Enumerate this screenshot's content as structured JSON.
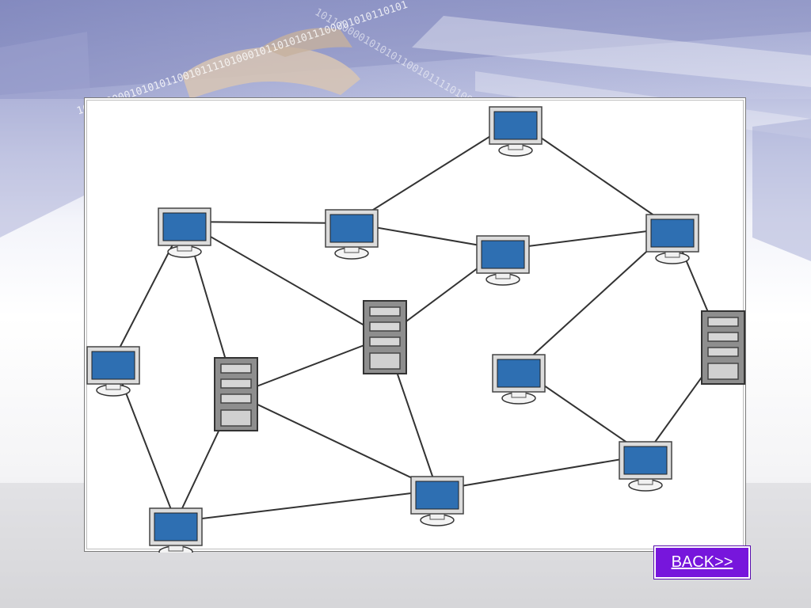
{
  "slide": {
    "back_label": "BACK>>"
  },
  "backdrop": {
    "icon": "hand-on-keyboard-with-binary-digits-image",
    "binary_text": "10111000010101011001011110100010110101011100001010110101"
  },
  "diagram": {
    "icon": "network-topology-diagram",
    "nodes": [
      {
        "id": "pc-top",
        "kind": "workstation",
        "icon": "monitor-icon"
      },
      {
        "id": "pc-upper-left",
        "kind": "workstation",
        "icon": "monitor-icon"
      },
      {
        "id": "pc-upper-mid",
        "kind": "workstation",
        "icon": "monitor-icon"
      },
      {
        "id": "pc-center-right",
        "kind": "workstation",
        "icon": "monitor-icon"
      },
      {
        "id": "pc-right",
        "kind": "workstation",
        "icon": "monitor-icon"
      },
      {
        "id": "pc-left",
        "kind": "workstation",
        "icon": "monitor-icon"
      },
      {
        "id": "pc-lower-right-mid",
        "kind": "workstation",
        "icon": "monitor-icon"
      },
      {
        "id": "pc-lower-right",
        "kind": "workstation",
        "icon": "monitor-icon"
      },
      {
        "id": "pc-bottom-mid",
        "kind": "workstation",
        "icon": "monitor-icon"
      },
      {
        "id": "pc-bottom-left",
        "kind": "workstation",
        "icon": "monitor-icon"
      },
      {
        "id": "server-center",
        "kind": "server",
        "icon": "server-tower-icon"
      },
      {
        "id": "server-left",
        "kind": "server",
        "icon": "server-tower-icon"
      },
      {
        "id": "server-right",
        "kind": "server",
        "icon": "server-tower-icon"
      }
    ],
    "links": [
      [
        "pc-top",
        "pc-upper-mid"
      ],
      [
        "pc-top",
        "pc-right"
      ],
      [
        "pc-upper-left",
        "pc-upper-mid"
      ],
      [
        "pc-upper-mid",
        "pc-center-right"
      ],
      [
        "pc-center-right",
        "pc-right"
      ],
      [
        "pc-upper-left",
        "server-center"
      ],
      [
        "pc-upper-left",
        "pc-left"
      ],
      [
        "pc-upper-left",
        "server-left"
      ],
      [
        "pc-center-right",
        "server-center"
      ],
      [
        "server-left",
        "server-center"
      ],
      [
        "pc-left",
        "pc-bottom-left"
      ],
      [
        "server-left",
        "pc-bottom-left"
      ],
      [
        "server-left",
        "pc-bottom-mid"
      ],
      [
        "server-center",
        "pc-bottom-mid"
      ],
      [
        "pc-bottom-left",
        "pc-bottom-mid"
      ],
      [
        "pc-bottom-mid",
        "pc-lower-right"
      ],
      [
        "pc-right",
        "pc-lower-right-mid"
      ],
      [
        "pc-right",
        "server-right"
      ],
      [
        "pc-lower-right-mid",
        "pc-lower-right"
      ],
      [
        "server-right",
        "pc-lower-right"
      ]
    ]
  },
  "colors": {
    "screen": "#2e6fb2",
    "monitor_bezel": "#dcdcdc",
    "server_body": "#8e8e8e",
    "link": "#333333",
    "back_button": "#7716dc"
  }
}
